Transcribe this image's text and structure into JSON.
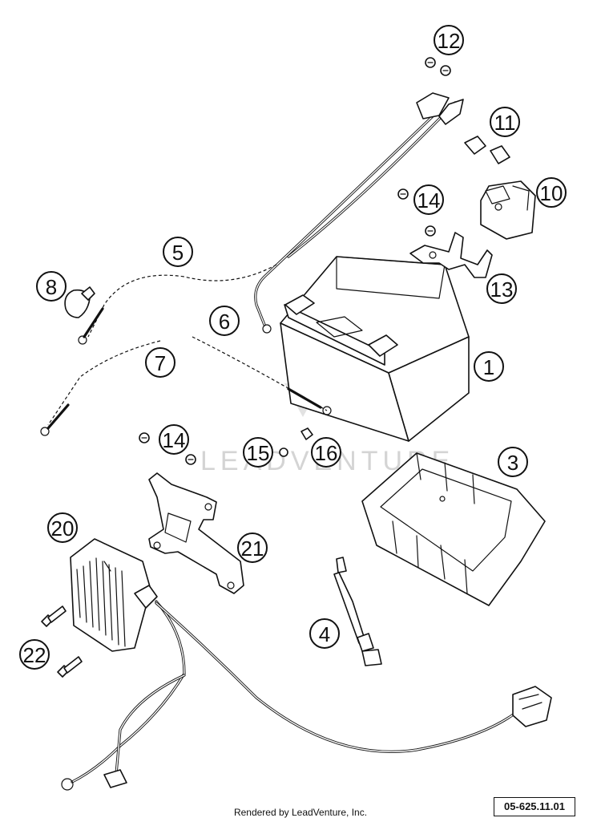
{
  "watermark": "LEADVENTURE",
  "callouts": [
    {
      "id": "1",
      "label": "1"
    },
    {
      "id": "3",
      "label": "3"
    },
    {
      "id": "4",
      "label": "4"
    },
    {
      "id": "5",
      "label": "5"
    },
    {
      "id": "6",
      "label": "6"
    },
    {
      "id": "7",
      "label": "7"
    },
    {
      "id": "8",
      "label": "8"
    },
    {
      "id": "10",
      "label": "10"
    },
    {
      "id": "11",
      "label": "11"
    },
    {
      "id": "12",
      "label": "12"
    },
    {
      "id": "13",
      "label": "13"
    },
    {
      "id": "14a",
      "label": "14"
    },
    {
      "id": "14b",
      "label": "14"
    },
    {
      "id": "15",
      "label": "15"
    },
    {
      "id": "16",
      "label": "16"
    },
    {
      "id": "20",
      "label": "20"
    },
    {
      "id": "21",
      "label": "21"
    },
    {
      "id": "22",
      "label": "22"
    }
  ],
  "diagram_ref": "05-625.11.01",
  "footer": "Rendered by LeadVenture, Inc."
}
